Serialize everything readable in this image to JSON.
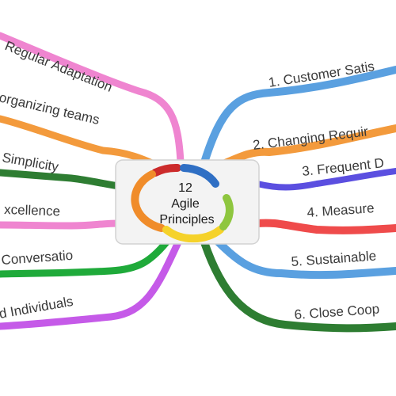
{
  "center": {
    "lines": [
      "12",
      "Agile",
      "Principles"
    ],
    "logo_colors": [
      "#cc2b2b",
      "#f08c2a",
      "#f5d22a",
      "#8ec63f",
      "#2f6fc4"
    ]
  },
  "right_branches": [
    {
      "label": "1. Customer Satis",
      "color": "#5aa0e0"
    },
    {
      "label": "2. Changing Requir",
      "color": "#f39a3c"
    },
    {
      "label": "3. Frequent D",
      "color": "#5b4fe0"
    },
    {
      "label": "4. Measure",
      "color": "#ef4b4b"
    },
    {
      "label": "5. Sustainable",
      "color": "#5aa0e0"
    },
    {
      "label": "6. Close Coop",
      "color": "#2e7d32"
    }
  ],
  "left_branches": [
    {
      "label": "Regular Adaptation",
      "color": "#ef85d0"
    },
    {
      "label": "organizing teams",
      "color": "#f39a3c"
    },
    {
      "label": "Simplicity",
      "color": "#2e7d32"
    },
    {
      "label": "xcellence",
      "color": "#ef85d0"
    },
    {
      "label": "Conversatio",
      "color": "#1faa3a"
    },
    {
      "label": "d Individuals",
      "color": "#c55ae8"
    }
  ]
}
